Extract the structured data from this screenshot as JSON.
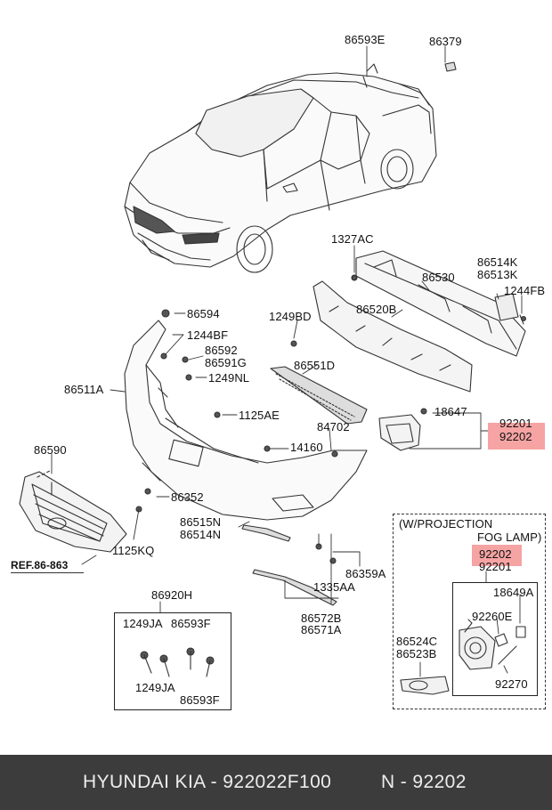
{
  "labels": {
    "p86593E": "86593E",
    "p86379": "86379",
    "p1327AC": "1327AC",
    "p86530": "86530",
    "p86514K": "86514K",
    "p86513K": "86513K",
    "p1244FB": "1244FB",
    "p86594": "86594",
    "p1249BD": "1249BD",
    "p86520B": "86520B",
    "p1244BF": "1244BF",
    "p86592": "86592",
    "p86591G": "86591G",
    "p86551D": "86551D",
    "p86511A": "86511A",
    "p1249NL": "1249NL",
    "p1125AE": "1125AE",
    "p18647": "18647",
    "p92201a": "92201",
    "p92202a": "92202",
    "p84702": "84702",
    "p14160": "14160",
    "p86590": "86590",
    "p86352": "86352",
    "p86515N": "86515N",
    "p86514N": "86514N",
    "p1125KQ": "1125KQ",
    "ref": "REF.86-863",
    "projection_title1": "(W/PROJECTION",
    "projection_title2": "FOG LAMP)",
    "p92202b": "92202",
    "p92201b": "92201",
    "p86359A": "86359A",
    "p1335AA": "1335AA",
    "p86572B": "86572B",
    "p86571A": "86571A",
    "p86920H": "86920H",
    "p1249JA_a": "1249JA",
    "p86593F_a": "86593F",
    "p1249JA_b": "1249JA",
    "p86593F_b": "86593F",
    "p18649A": "18649A",
    "p92260E": "92260E",
    "p86524C": "86524C",
    "p86523B": "86523B",
    "p92270": "92270"
  },
  "footer": {
    "brand": "HYUNDAI  KIA - 922022F100",
    "number": "N - 92202"
  },
  "colors": {
    "highlight": "#f5a3a3",
    "footer_bg": "#3c3c3c",
    "line": "#333333"
  }
}
